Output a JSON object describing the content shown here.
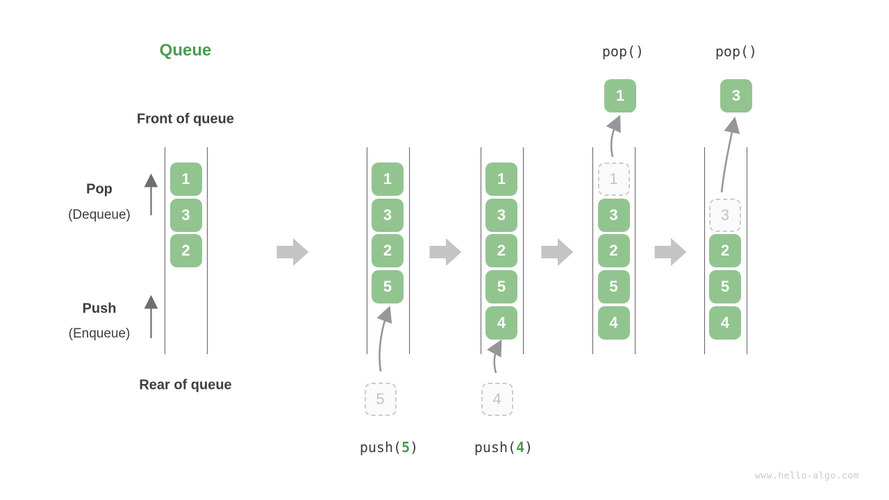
{
  "title": "Queue",
  "watermark": "www.hello-algo.com",
  "side_labels": {
    "front": "Front of queue",
    "rear": "Rear of queue",
    "pop_title": "Pop",
    "pop_sub": "(Dequeue)",
    "push_title": "Push",
    "push_sub": "(Enqueue)"
  },
  "icons": {
    "step_arrow": "right-block-arrow-icon",
    "push_arrow": "curved-up-arrow-icon",
    "pop_arrow": "curved-up-arrow-icon",
    "side_arrow": "up-arrow-icon"
  },
  "colors": {
    "accent_green": "#4a9c50",
    "box_green": "#92c490",
    "box_text": "#fbfdfb",
    "dark_text": "#3d3d3d",
    "block_arrow": "#c4c4c4",
    "curve_arrow": "#979797",
    "up_arrow": "#6e6e6e",
    "rail": "#606060",
    "ghost_border": "#cbcbcb",
    "ghost_fill": "#fafafa",
    "ghost_text": "#c4c4c4",
    "watermark": "#c9c9c9"
  },
  "columns": [
    {
      "name": "state-initial",
      "slots": [
        {
          "value": "1",
          "variant": "solid",
          "row": 0
        },
        {
          "value": "3",
          "variant": "solid",
          "row": 1
        },
        {
          "value": "2",
          "variant": "solid",
          "row": 2
        }
      ]
    },
    {
      "name": "state-after-push-5",
      "slots": [
        {
          "value": "1",
          "variant": "solid",
          "row": 0
        },
        {
          "value": "3",
          "variant": "solid",
          "row": 1
        },
        {
          "value": "2",
          "variant": "solid",
          "row": 2
        },
        {
          "value": "5",
          "variant": "solid",
          "row": 3
        }
      ],
      "operation": {
        "type": "push",
        "fn_open": "push(",
        "arg": "5",
        "fn_close": ")",
        "source_value": "5"
      }
    },
    {
      "name": "state-after-push-4",
      "slots": [
        {
          "value": "1",
          "variant": "solid",
          "row": 0
        },
        {
          "value": "3",
          "variant": "solid",
          "row": 1
        },
        {
          "value": "2",
          "variant": "solid",
          "row": 2
        },
        {
          "value": "5",
          "variant": "solid",
          "row": 3
        },
        {
          "value": "4",
          "variant": "solid",
          "row": 4
        }
      ],
      "operation": {
        "type": "push",
        "fn_open": "push(",
        "arg": "4",
        "fn_close": ")",
        "source_value": "4"
      }
    },
    {
      "name": "state-pop-1",
      "slots": [
        {
          "value": "1",
          "variant": "ghost",
          "row": 0
        },
        {
          "value": "3",
          "variant": "solid",
          "row": 1
        },
        {
          "value": "2",
          "variant": "solid",
          "row": 2
        },
        {
          "value": "5",
          "variant": "solid",
          "row": 3
        },
        {
          "value": "4",
          "variant": "solid",
          "row": 4
        }
      ],
      "operation": {
        "type": "pop",
        "label": "pop()",
        "popped_value": "1"
      }
    },
    {
      "name": "state-pop-3",
      "slots": [
        {
          "value": "3",
          "variant": "ghost",
          "row": 1
        },
        {
          "value": "2",
          "variant": "solid",
          "row": 2
        },
        {
          "value": "5",
          "variant": "solid",
          "row": 3
        },
        {
          "value": "4",
          "variant": "solid",
          "row": 4
        }
      ],
      "operation": {
        "type": "pop",
        "label": "pop()",
        "popped_value": "3"
      }
    }
  ]
}
